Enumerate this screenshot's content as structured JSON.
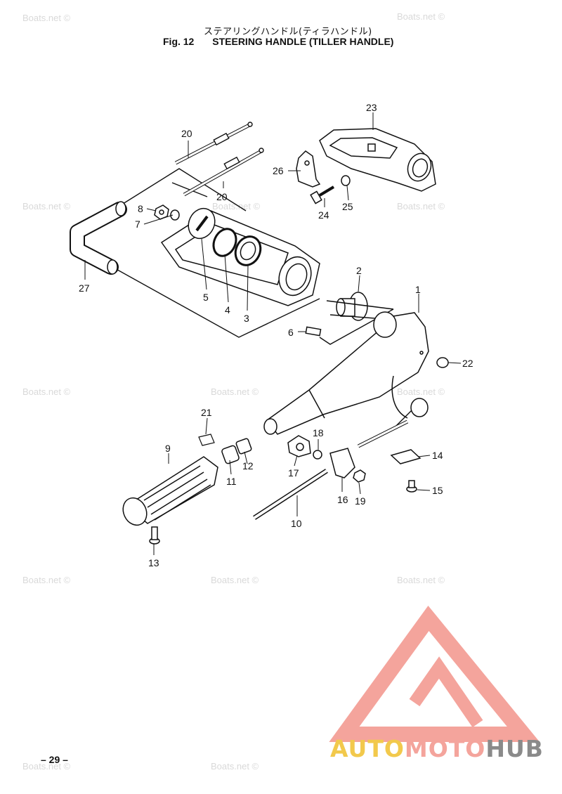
{
  "header": {
    "title_jp": "ステアリングハンドル(ティラハンドル)",
    "fig_number": "Fig. 12",
    "title_en": "STEERING HANDLE (TILLER HANDLE)"
  },
  "watermark": "Boats.net ©",
  "callouts": {
    "c1": "1",
    "c2": "2",
    "c3": "3",
    "c4": "4",
    "c5": "5",
    "c6": "6",
    "c7": "7",
    "c8": "8",
    "c9": "9",
    "c10": "10",
    "c11": "11",
    "c12": "12",
    "c13": "13",
    "c14": "14",
    "c15": "15",
    "c16": "16",
    "c17": "17",
    "c18": "18",
    "c19": "19",
    "c20a": "20",
    "c20b": "20",
    "c21": "21",
    "c22": "22",
    "c23": "23",
    "c24": "24",
    "c25": "25",
    "c26": "26",
    "c27": "27"
  },
  "page_number": "– 29 –",
  "logo": {
    "part1": "AUTO",
    "part2": "MOTO",
    "part3": "HUB",
    "colors": {
      "yellow": "#f2c94c",
      "pink": "#f4a49c",
      "gray": "#8a8a8a"
    }
  }
}
